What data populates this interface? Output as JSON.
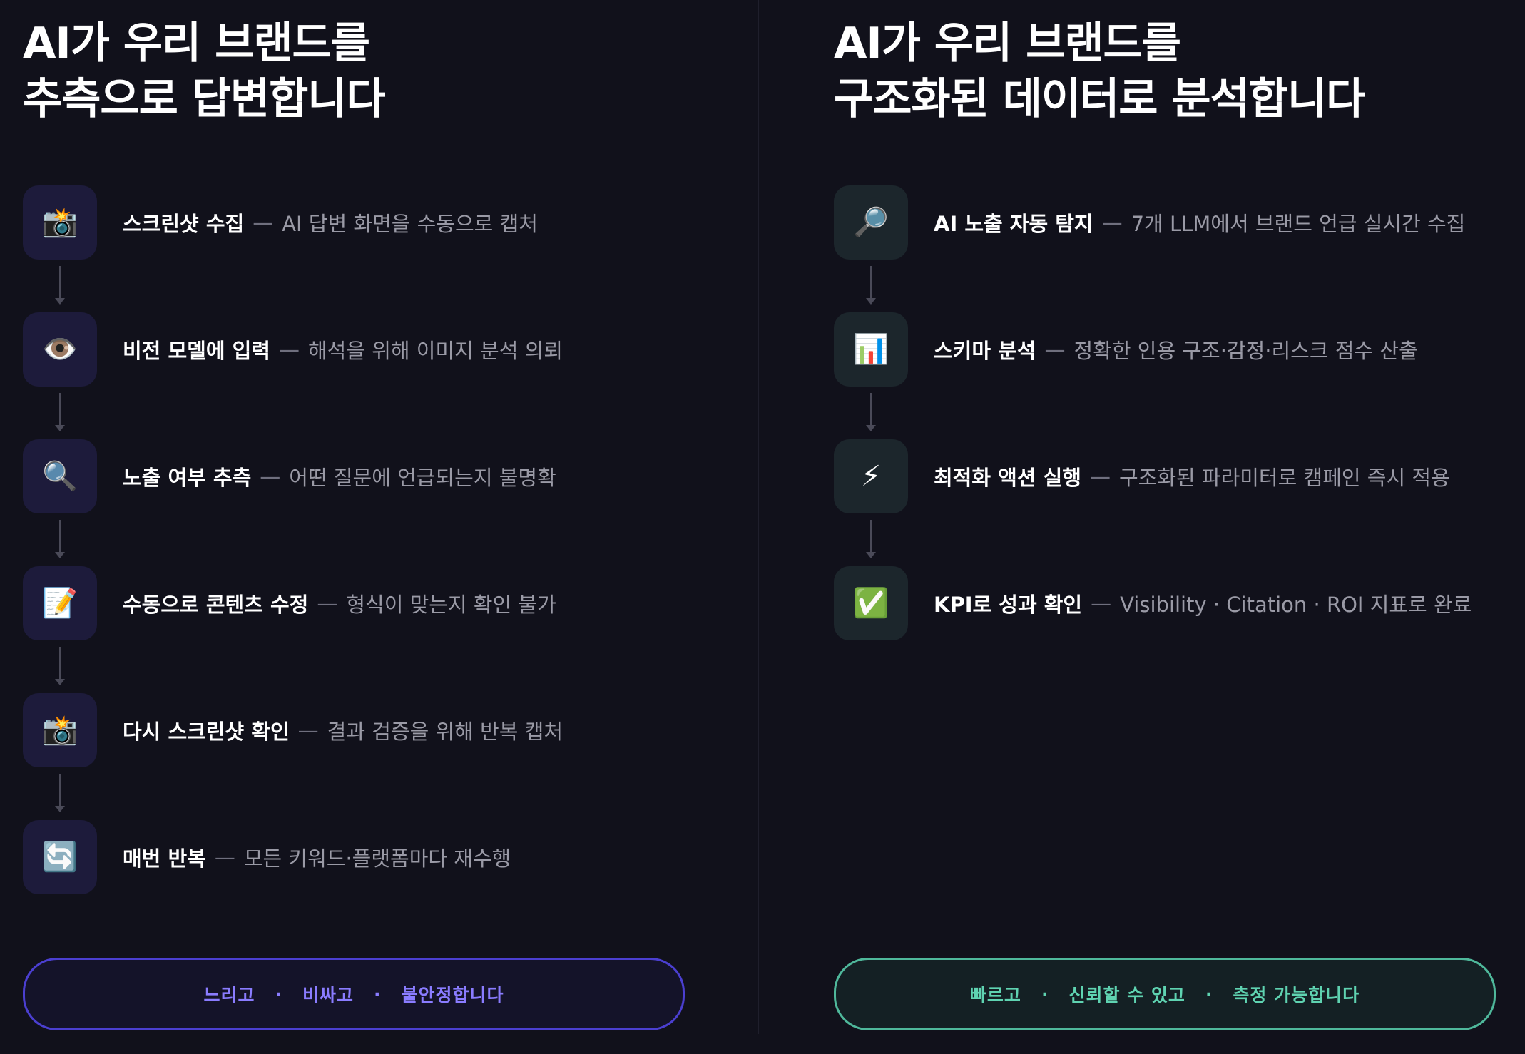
{
  "left": {
    "headline_line1": "AI가 우리 브랜드를",
    "headline_line2": "추측으로 답변합니다",
    "steps": [
      {
        "icon": "camera-flash-icon",
        "glyph": "📸",
        "title": "스크린샷 수집",
        "sep": "—",
        "desc": "AI 답변 화면을 수동으로 캡처"
      },
      {
        "icon": "eye-icon",
        "glyph": "👁️",
        "title": "비전 모델에 입력",
        "sep": "—",
        "desc": "해석을 위해 이미지 분석 의뢰"
      },
      {
        "icon": "magnifier-icon",
        "glyph": "🔍",
        "title": "노출 여부 추측",
        "sep": "—",
        "desc": "어떤 질문에 언급되는지 불명확"
      },
      {
        "icon": "memo-icon",
        "glyph": "📝",
        "title": "수동으로 콘텐츠 수정",
        "sep": "—",
        "desc": "형식이 맞는지 확인 불가"
      },
      {
        "icon": "camera-flash-icon",
        "glyph": "📸",
        "title": "다시 스크린샷 확인",
        "sep": "—",
        "desc": "결과 검증을 위해 반복 캡처"
      },
      {
        "icon": "repeat-icon",
        "glyph": "🔄",
        "title": "매번 반복",
        "sep": "—",
        "desc": "모든 키워드·플랫폼마다 재수행"
      }
    ],
    "pill": {
      "part1": "느리고",
      "part2": "비싸고",
      "part3": "불안정합니다",
      "dot": "·"
    }
  },
  "right": {
    "headline_line1": "AI가 우리 브랜드를",
    "headline_line2": "구조화된 데이터로 분석합니다",
    "steps": [
      {
        "icon": "magnifier-right-icon",
        "glyph": "🔎",
        "title": "AI 노출 자동 탐지",
        "sep": "—",
        "desc": "7개 LLM에서 브랜드 언급 실시간 수집"
      },
      {
        "icon": "bar-chart-icon",
        "glyph": "📊",
        "title": "스키마 분석",
        "sep": "—",
        "desc": "정확한 인용 구조·감정·리스크 점수 산출"
      },
      {
        "icon": "lightning-icon",
        "glyph": "⚡",
        "title": "최적화 액션 실행",
        "sep": "—",
        "desc": "구조화된 파라미터로 캠페인 즉시 적용"
      },
      {
        "icon": "check-mark-icon",
        "glyph": "✅",
        "title": "KPI로 성과 확인",
        "sep": "—",
        "desc": "Visibility · Citation · ROI 지표로 완료"
      }
    ],
    "pill": {
      "part1": "빠르고",
      "part2": "신뢰할 수 있고",
      "part3": "측정 가능합니다",
      "dot": "·"
    }
  },
  "colors": {
    "background": "#11111b",
    "left_accent": "#8a7cff",
    "left_border": "#4b3fd0",
    "right_accent": "#5fd3b1",
    "right_border": "#4fb89b"
  }
}
